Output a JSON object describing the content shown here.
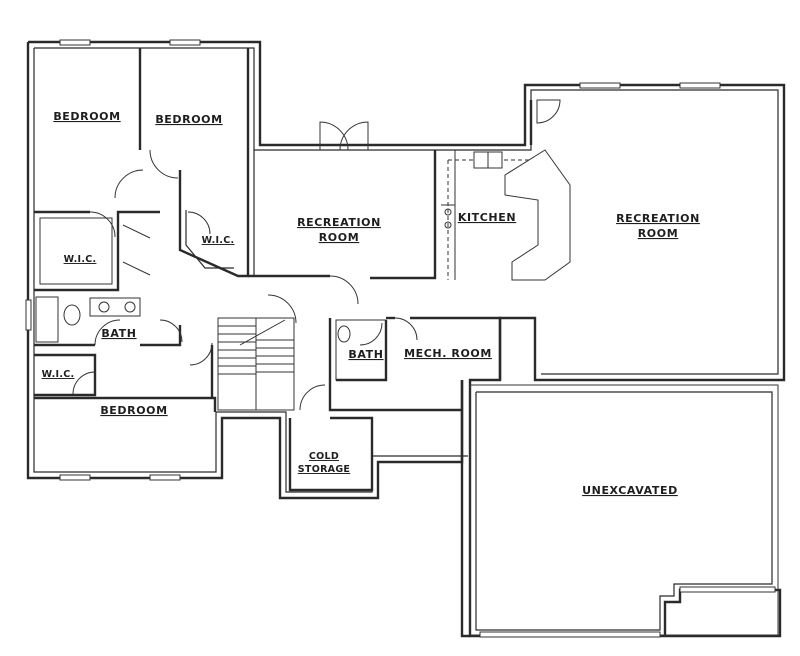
{
  "rooms": {
    "bedroom_1": "BEDROOM",
    "bedroom_2": "BEDROOM",
    "wic_1": "W.I.C.",
    "wic_2": "W.I.C.",
    "wic_3": "W.I.C.",
    "bath_1": "BATH",
    "bath_2": "BATH",
    "bedroom_3": "BEDROOM",
    "recreation_1_line1": "RECREATION",
    "recreation_1_line2": "ROOM",
    "kitchen": "KITCHEN",
    "recreation_2_line1": "RECREATION",
    "recreation_2_line2": "ROOM",
    "mech_room": "MECH. ROOM",
    "cold_storage_line1": "COLD",
    "cold_storage_line2": "STORAGE",
    "unexcavated": "UNEXCAVATED"
  }
}
